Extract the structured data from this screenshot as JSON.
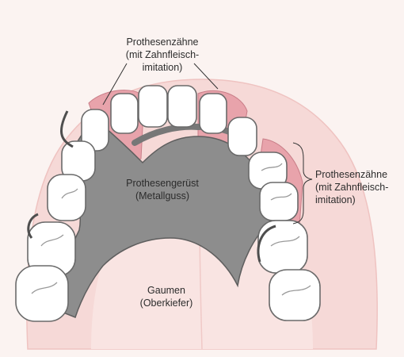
{
  "labels": {
    "top": {
      "line1": "Prothesenzähne",
      "line2": "(mit Zahnfleisch-",
      "line3": "imitation)"
    },
    "right": {
      "line1": "Prothesenzähne",
      "line2": "(mit Zahnfleisch-",
      "line3": "imitation)"
    },
    "framework": {
      "line1": "Prothesengerüst",
      "line2": "(Metallguss)"
    },
    "palate": {
      "line1": "Gaumen",
      "line2": "(Oberkiefer)"
    }
  },
  "colors": {
    "background": "#fbf3f1",
    "palate": "#f4d3d1",
    "gum": "#e8a3ab",
    "metal": "#8a8a8a",
    "tooth": "#ffffff",
    "tooth_outline": "#666666"
  }
}
